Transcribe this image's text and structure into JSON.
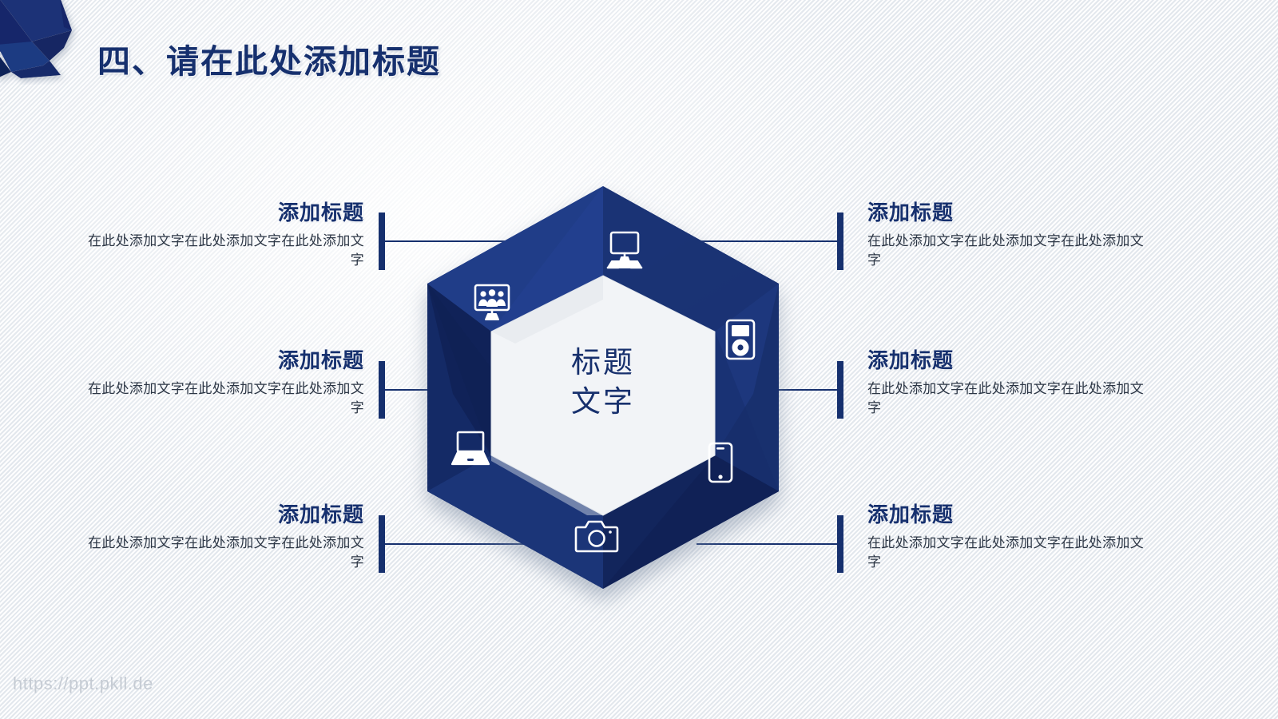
{
  "slide": {
    "title": "四、请在此处添加标题",
    "watermark": "https://ppt.pkll.de",
    "accent_color": "#16306e",
    "hexagon_color": "#1a3270",
    "background_color": "#f2f4f7",
    "body_text_color": "#2c3645"
  },
  "center": {
    "line1": "标题",
    "line2": "文字"
  },
  "icons": [
    {
      "name": "desktop-monitor-icon",
      "position": "top"
    },
    {
      "name": "video-conference-icon",
      "position": "upper-left"
    },
    {
      "name": "media-player-icon",
      "position": "right"
    },
    {
      "name": "laptop-icon",
      "position": "lower-left"
    },
    {
      "name": "smartphone-icon",
      "position": "lower-right"
    },
    {
      "name": "camera-icon",
      "position": "bottom"
    }
  ],
  "blocks": {
    "left": [
      {
        "title": "添加标题",
        "body": "在此处添加文字在此处添加文字在此处添加文字"
      },
      {
        "title": "添加标题",
        "body": "在此处添加文字在此处添加文字在此处添加文字"
      },
      {
        "title": "添加标题",
        "body": "在此处添加文字在此处添加文字在此处添加文字"
      }
    ],
    "right": [
      {
        "title": "添加标题",
        "body": "在此处添加文字在此处添加文字在此处添加文字"
      },
      {
        "title": "添加标题",
        "body": "在此处添加文字在此处添加文字在此处添加文字"
      },
      {
        "title": "添加标题",
        "body": "在此处添加文字在此处添加文字在此处添加文字"
      }
    ]
  }
}
